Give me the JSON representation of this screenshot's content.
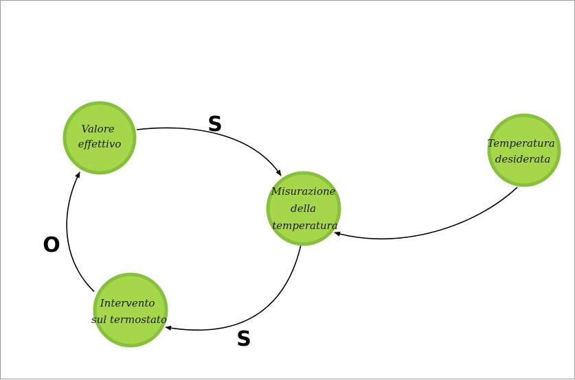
{
  "diagram": {
    "nodes": [
      {
        "id": "valore",
        "lines": [
          "Valore",
          "effettivo"
        ]
      },
      {
        "id": "misurazione",
        "lines": [
          "Misurazione",
          "della",
          "temperatura"
        ]
      },
      {
        "id": "temperatura",
        "lines": [
          "Temperatura",
          "desiderata"
        ]
      },
      {
        "id": "intervento",
        "lines": [
          "Intervento",
          "sul termostato"
        ]
      }
    ],
    "edge_labels": {
      "valore_to_misurazione": "S",
      "misurazione_to_intervento": "S",
      "intervento_to_valore": "O"
    },
    "colors": {
      "node_fill": "#a6d64a",
      "node_ring": "#86c03c",
      "edge": "#000000"
    }
  }
}
